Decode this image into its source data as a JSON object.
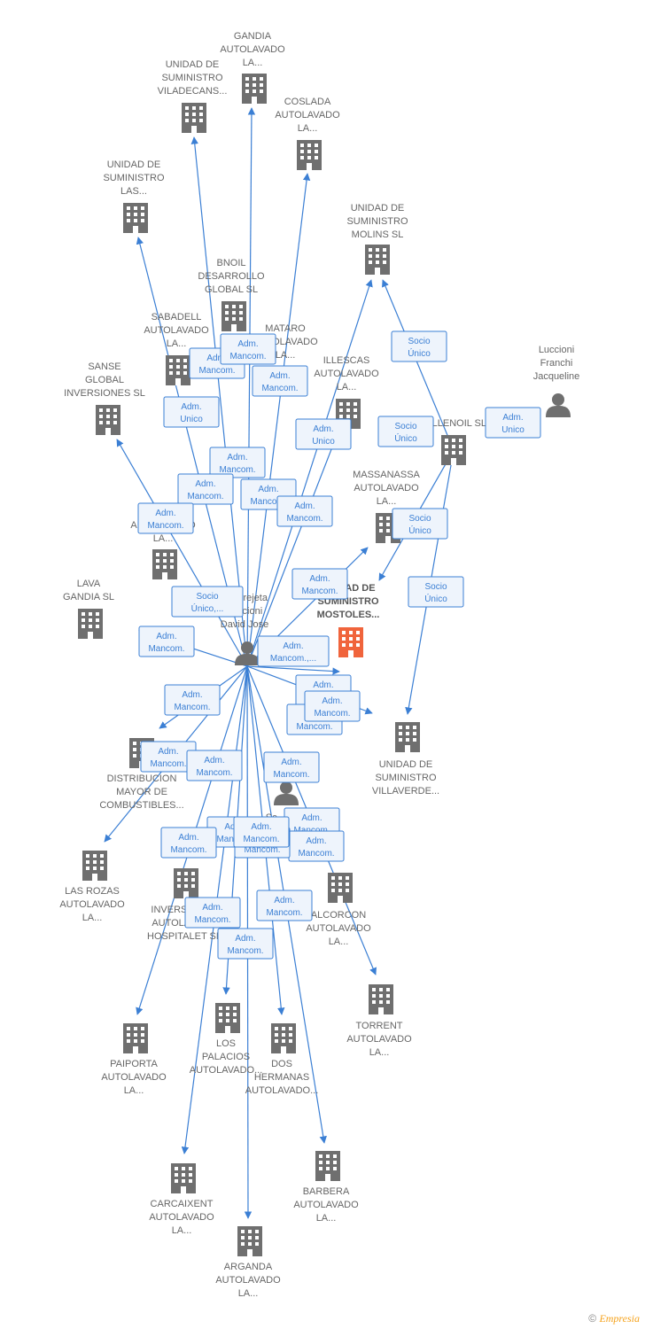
{
  "colors": {
    "edge": "#3b7fd4",
    "node": "#6f6f6f",
    "highlight": "#f0643c",
    "badge_bg": "#eef4fc"
  },
  "nodes": [
    {
      "id": "gandia",
      "type": "company",
      "lines": [
        "GANDIA",
        "AUTOLAVADO",
        "LA..."
      ]
    },
    {
      "id": "viladecans",
      "type": "company",
      "lines": [
        "UNIDAD DE",
        "SUMINISTRO",
        "VILADECANS..."
      ]
    },
    {
      "id": "coslada",
      "type": "company",
      "lines": [
        "COSLADA",
        "AUTOLAVADO",
        "LA..."
      ]
    },
    {
      "id": "las",
      "type": "company",
      "lines": [
        "UNIDAD DE",
        "SUMINISTRO",
        "LAS..."
      ]
    },
    {
      "id": "molins",
      "type": "company",
      "lines": [
        "UNIDAD DE",
        "SUMINISTRO",
        "MOLINS SL"
      ]
    },
    {
      "id": "bnoil",
      "type": "company",
      "lines": [
        "BNOIL",
        "DESARROLLO",
        "GLOBAL  SL"
      ]
    },
    {
      "id": "sabadell",
      "type": "company",
      "lines": [
        "SABADELL",
        "AUTOLAVADO",
        "LA..."
      ]
    },
    {
      "id": "mataro",
      "type": "company",
      "lines": [
        "MATARO",
        "AUTOLAVADO",
        "LA..."
      ]
    },
    {
      "id": "luccioni_fj",
      "type": "person",
      "lines": [
        "Luccioni",
        "Franchi",
        "Jacqueline"
      ]
    },
    {
      "id": "sanse",
      "type": "company",
      "lines": [
        "SANSE",
        "GLOBAL",
        "INVERSIONES SL"
      ]
    },
    {
      "id": "illescas",
      "type": "company",
      "lines": [
        "ILLESCAS",
        "AUTOLAVADO",
        "LA..."
      ]
    },
    {
      "id": "ballenoil",
      "type": "company",
      "lines": [
        "BALLENOIL SL"
      ]
    },
    {
      "id": "massanassa",
      "type": "company",
      "lines": [
        "MASSANASSA",
        "AUTOLAVADO",
        "LA..."
      ]
    },
    {
      "id": "au_la",
      "type": "company",
      "lines": [
        "AUTOLAVADO",
        "LA..."
      ]
    },
    {
      "id": "lava_gandia",
      "type": "company",
      "lines": [
        "LAVA",
        "GANDIA  SL"
      ]
    },
    {
      "id": "mostoles",
      "type": "company",
      "main": true,
      "lines": [
        "UNIDAD DE",
        "SUMINISTRO",
        "MOSTOLES..."
      ]
    },
    {
      "id": "guerrejeta",
      "type": "person",
      "lines": [
        "Guerrejeta",
        "Luccioni",
        "David Jose"
      ]
    },
    {
      "id": "villaverde",
      "type": "company",
      "lines": [
        "UNIDAD DE",
        "SUMINISTRO",
        "VILLAVERDE..."
      ]
    },
    {
      "id": "distribucion",
      "type": "company",
      "lines": [
        "DISTRIBUCION",
        "MAYOR DE",
        "COMBUSTIBLES..."
      ]
    },
    {
      "id": "se_person",
      "type": "person",
      "lines": [
        "Se..."
      ]
    },
    {
      "id": "las_rozas",
      "type": "company",
      "lines": [
        "LAS ROZAS",
        "AUTOLAVADO",
        "LA..."
      ]
    },
    {
      "id": "hospitalet",
      "type": "company",
      "lines": [
        "INVERSIONES",
        "AUTOLAVADO",
        "HOSPITALET SL"
      ]
    },
    {
      "id": "alcorcon",
      "type": "company",
      "lines": [
        "ALCORCON",
        "AUTOLAVADO",
        "LA..."
      ]
    },
    {
      "id": "torrent",
      "type": "company",
      "lines": [
        "TORRENT",
        "AUTOLAVADO",
        "LA..."
      ]
    },
    {
      "id": "paiporta",
      "type": "company",
      "lines": [
        "PAIPORTA",
        "AUTOLAVADO",
        "LA..."
      ]
    },
    {
      "id": "los_palacios",
      "type": "company",
      "lines": [
        "LOS",
        "PALACIOS",
        "AUTOLAVADO..."
      ]
    },
    {
      "id": "dos_hermanas",
      "type": "company",
      "lines": [
        "DOS",
        "HERMANAS",
        "AUTOLAVADO..."
      ]
    },
    {
      "id": "barbera",
      "type": "company",
      "lines": [
        "BARBERA",
        "AUTOLAVADO",
        "LA..."
      ]
    },
    {
      "id": "carcaixent",
      "type": "company",
      "lines": [
        "CARCAIXENT",
        "AUTOLAVADO",
        "LA..."
      ]
    },
    {
      "id": "arganda",
      "type": "company",
      "lines": [
        "ARGANDA",
        "AUTOLAVADO",
        "LA..."
      ]
    }
  ],
  "edges": [
    {
      "from": "guerrejeta",
      "to": "gandia"
    },
    {
      "from": "guerrejeta",
      "to": "viladecans"
    },
    {
      "from": "guerrejeta",
      "to": "coslada"
    },
    {
      "from": "guerrejeta",
      "to": "las"
    },
    {
      "from": "guerrejeta",
      "to": "molins"
    },
    {
      "from": "guerrejeta",
      "to": "sanse"
    },
    {
      "from": "guerrejeta",
      "to": "illescas"
    },
    {
      "from": "guerrejeta",
      "to": "massanassa"
    },
    {
      "from": "guerrejeta",
      "to": "lava_gandia"
    },
    {
      "from": "guerrejeta",
      "to": "mostoles"
    },
    {
      "from": "guerrejeta",
      "to": "villaverde"
    },
    {
      "from": "guerrejeta",
      "to": "distribucion"
    },
    {
      "from": "guerrejeta",
      "to": "las_rozas"
    },
    {
      "from": "guerrejeta",
      "to": "paiporta"
    },
    {
      "from": "guerrejeta",
      "to": "los_palacios"
    },
    {
      "from": "guerrejeta",
      "to": "dos_hermanas"
    },
    {
      "from": "guerrejeta",
      "to": "torrent"
    },
    {
      "from": "guerrejeta",
      "to": "barbera"
    },
    {
      "from": "guerrejeta",
      "to": "carcaixent"
    },
    {
      "from": "guerrejeta",
      "to": "arganda"
    },
    {
      "from": "ballenoil",
      "to": "molins"
    },
    {
      "from": "ballenoil",
      "to": "massanassa"
    },
    {
      "from": "ballenoil",
      "to": "villaverde"
    }
  ],
  "badges": [
    {
      "lines": [
        "Adm.",
        "Mancom."
      ]
    },
    {
      "lines": [
        "Adm.",
        "Mancom."
      ]
    },
    {
      "lines": [
        "Adm.",
        "Mancom."
      ]
    },
    {
      "lines": [
        "Adm.",
        "Unico"
      ]
    },
    {
      "lines": [
        "Adm.",
        "Unico"
      ]
    },
    {
      "lines": [
        "Socio",
        "Único"
      ]
    },
    {
      "lines": [
        "Socio",
        "Único"
      ]
    },
    {
      "lines": [
        "Adm.",
        "Unico"
      ]
    },
    {
      "lines": [
        "Adm.",
        "Mancom."
      ]
    },
    {
      "lines": [
        "Adm.",
        "Mancom."
      ]
    },
    {
      "lines": [
        "Adm.",
        "Mancom."
      ]
    },
    {
      "lines": [
        "Adm.",
        "Mancom."
      ]
    },
    {
      "lines": [
        "Adm.",
        "Mancom."
      ]
    },
    {
      "lines": [
        "Socio",
        "Único"
      ]
    },
    {
      "lines": [
        "Adm.",
        "Mancom."
      ]
    },
    {
      "lines": [
        "Socio",
        "Único"
      ]
    },
    {
      "lines": [
        "Socio",
        "Único,..."
      ]
    },
    {
      "lines": [
        "Adm.",
        "Mancom."
      ]
    },
    {
      "lines": [
        "Adm.",
        "Mancom.,..."
      ]
    },
    {
      "lines": [
        "Adm.",
        "Mancom."
      ]
    },
    {
      "lines": [
        "Adm.",
        "Mancom."
      ]
    },
    {
      "lines": [
        "Adm.",
        "Mancom."
      ]
    },
    {
      "lines": [
        "Adm.",
        "Mancom."
      ]
    },
    {
      "lines": [
        "Adm.",
        "Mancom."
      ]
    },
    {
      "lines": [
        "Adm.",
        "Mancom."
      ]
    },
    {
      "lines": [
        "Adm.",
        "Mancom."
      ]
    },
    {
      "lines": [
        "Adm.",
        "Mancom."
      ]
    },
    {
      "lines": [
        "Adm.",
        "Mancom."
      ]
    },
    {
      "lines": [
        "Adm.",
        "Mancom."
      ]
    },
    {
      "lines": [
        "Adm.",
        "Mancom."
      ]
    },
    {
      "lines": [
        "Adm.",
        "Mancom."
      ]
    },
    {
      "lines": [
        "Adm.",
        "Mancom."
      ]
    },
    {
      "lines": [
        "Adm.",
        "Mancom."
      ]
    },
    {
      "lines": [
        "Adm.",
        "Mancom."
      ]
    },
    {
      "lines": [
        "Adm.",
        "Mancom."
      ]
    }
  ],
  "footer": {
    "copyright": "©",
    "brand": "Empresia"
  }
}
